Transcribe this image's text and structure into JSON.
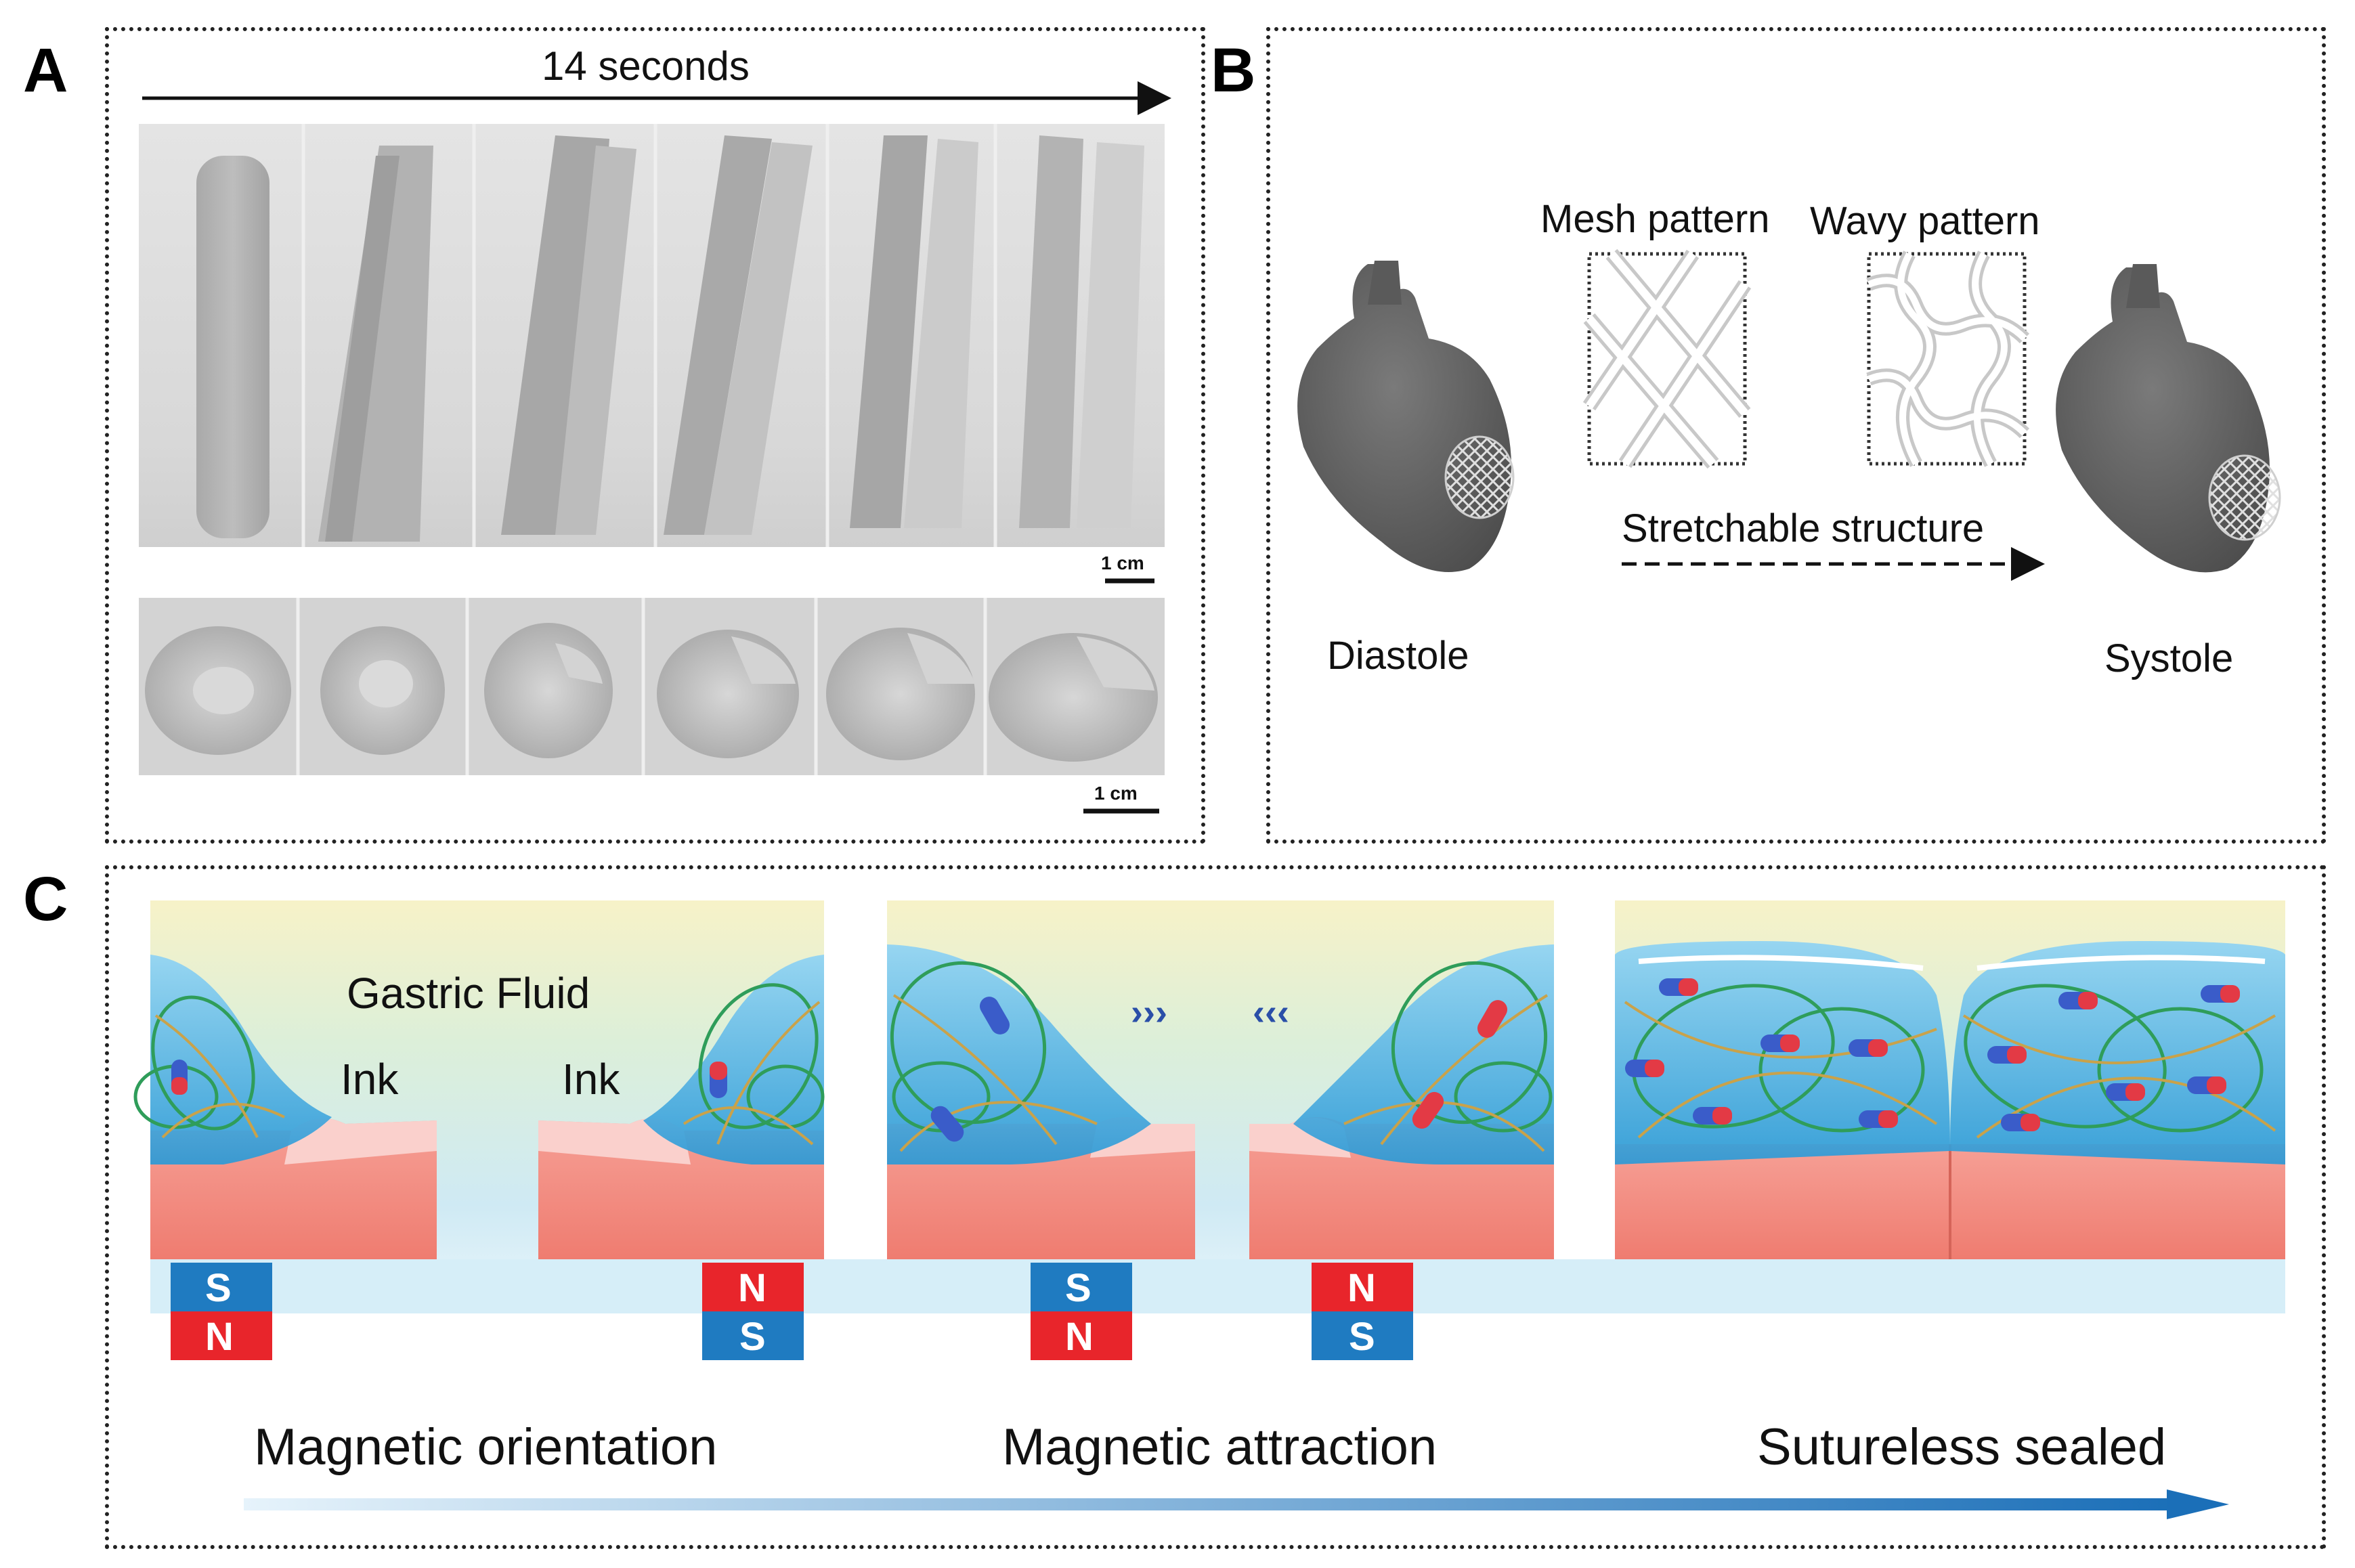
{
  "panels": {
    "a": {
      "letter": "A",
      "time_label": "14 seconds",
      "scale_top": "1 cm",
      "scale_bottom": "1 cm"
    },
    "b": {
      "letter": "B",
      "mesh_label": "Mesh pattern",
      "wavy_label": "Wavy pattern",
      "stretch_label": "Stretchable structure",
      "diastole_label": "Diastole",
      "systole_label": "Systole"
    },
    "c": {
      "letter": "C",
      "gastric_label": "Gastric Fluid",
      "ink_left": "Ink",
      "ink_right": "Ink",
      "chevrons_right": "›››",
      "chevrons_left": "‹‹‹",
      "magnet_left_1": {
        "top": "S",
        "bottom": "N"
      },
      "magnet_right_1": {
        "top": "N",
        "bottom": "S"
      },
      "magnet_left_2": {
        "top": "S",
        "bottom": "N"
      },
      "magnet_right_2": {
        "top": "N",
        "bottom": "S"
      },
      "step1": "Magnetic orientation",
      "step2": "Magnetic attraction",
      "step3": "Sutureless sealed"
    }
  },
  "colors": {
    "magnet_blue": "#1f7bc1",
    "magnet_red": "#e8252b",
    "tissue": "#f28b82",
    "gel": "#4fb3e6",
    "heart": "#636363"
  },
  "icons": [
    "heart-illustration",
    "mesh-pattern-icon",
    "wavy-pattern-icon",
    "magnet-icon",
    "arrow-right-icon"
  ]
}
